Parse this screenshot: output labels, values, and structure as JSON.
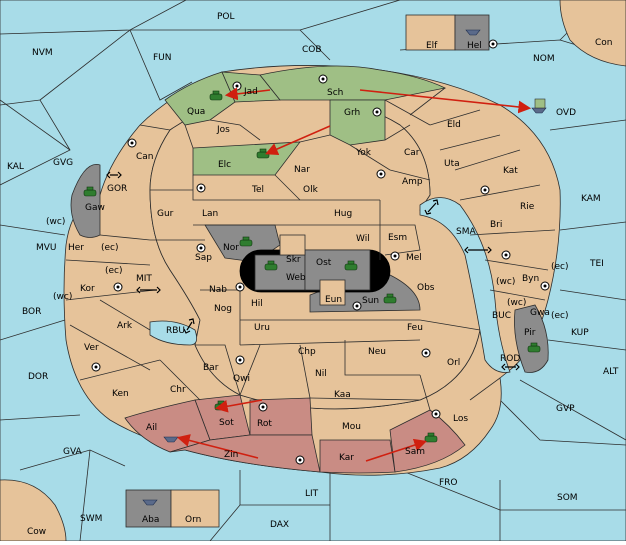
{
  "colors": {
    "sea": "#a8dce8",
    "land": "#e6c39a",
    "green_power": "#9fbf85",
    "red_power": "#c98c84",
    "grey_power": "#8c8c8c",
    "order_arrow": "#d02010",
    "unit": "#2f7d2f"
  },
  "sea_labels": {
    "pol": "POL",
    "nvm": "NVM",
    "fun": "FUN",
    "cob": "COB",
    "nom": "NOM",
    "con": "Con",
    "ovd": "OVD",
    "kal": "KAL",
    "gvg": "GVG",
    "kam": "KAM",
    "tei": "TEI",
    "mvu": "MVU",
    "bor": "BOR",
    "dor": "DOR",
    "kup": "KUP",
    "alt": "ALT",
    "gvp": "GVP",
    "gva": "GVA",
    "fro": "FRO",
    "som": "SOM",
    "lit": "LIT",
    "swm": "SWM",
    "dax": "DAX",
    "cow": "Cow",
    "gor": "GOR",
    "mit": "MIT",
    "rbu": "RBU",
    "sma": "SMA",
    "buc": "BUC",
    "rod": "ROD"
  },
  "land_labels": {
    "elf": "Elf",
    "hel": "Hel",
    "jad": "Jad",
    "sch": "Sch",
    "qua": "Qua",
    "jos": "Jos",
    "grh": "Grh",
    "eld": "Eld",
    "can": "Can",
    "elc": "Elc",
    "nar": "Nar",
    "yok": "Yok",
    "car": "Car",
    "uta": "Uta",
    "kat": "Kat",
    "gaw": "Gaw",
    "tel": "Tel",
    "olk": "Olk",
    "amp": "Amp",
    "gur": "Gur",
    "lan": "Lan",
    "hug": "Hug",
    "rie": "Rie",
    "bri": "Bri",
    "wil": "Wil",
    "esm": "Esm",
    "her": "Her",
    "nor": "Nor",
    "skr": "Skr",
    "ost": "Ost",
    "sap": "Sap",
    "web": "Web",
    "mel": "Mel",
    "byn": "Byn",
    "kor": "Kor",
    "nab": "Nab",
    "eun": "Eun",
    "sun": "Sun",
    "obs": "Obs",
    "gwa": "Gwa",
    "hil": "Hil",
    "nog": "Nog",
    "ark": "Ark",
    "uru": "Uru",
    "feu": "Feu",
    "pir": "Pir",
    "ver": "Ver",
    "chp": "Chp",
    "neu": "Neu",
    "orl": "Orl",
    "bar": "Bar",
    "qwi": "Qwi",
    "nil": "Nil",
    "ken": "Ken",
    "chr": "Chr",
    "kaa": "Kaa",
    "sot": "Sot",
    "rot": "Rot",
    "los": "Los",
    "ail": "Ail",
    "mou": "Mou",
    "zin": "Zin",
    "kar": "Kar",
    "sam": "Sam",
    "aba": "Aba",
    "orn": "Orn"
  },
  "coast_labels": {
    "wc": "(wc)",
    "ec": "(ec)"
  }
}
